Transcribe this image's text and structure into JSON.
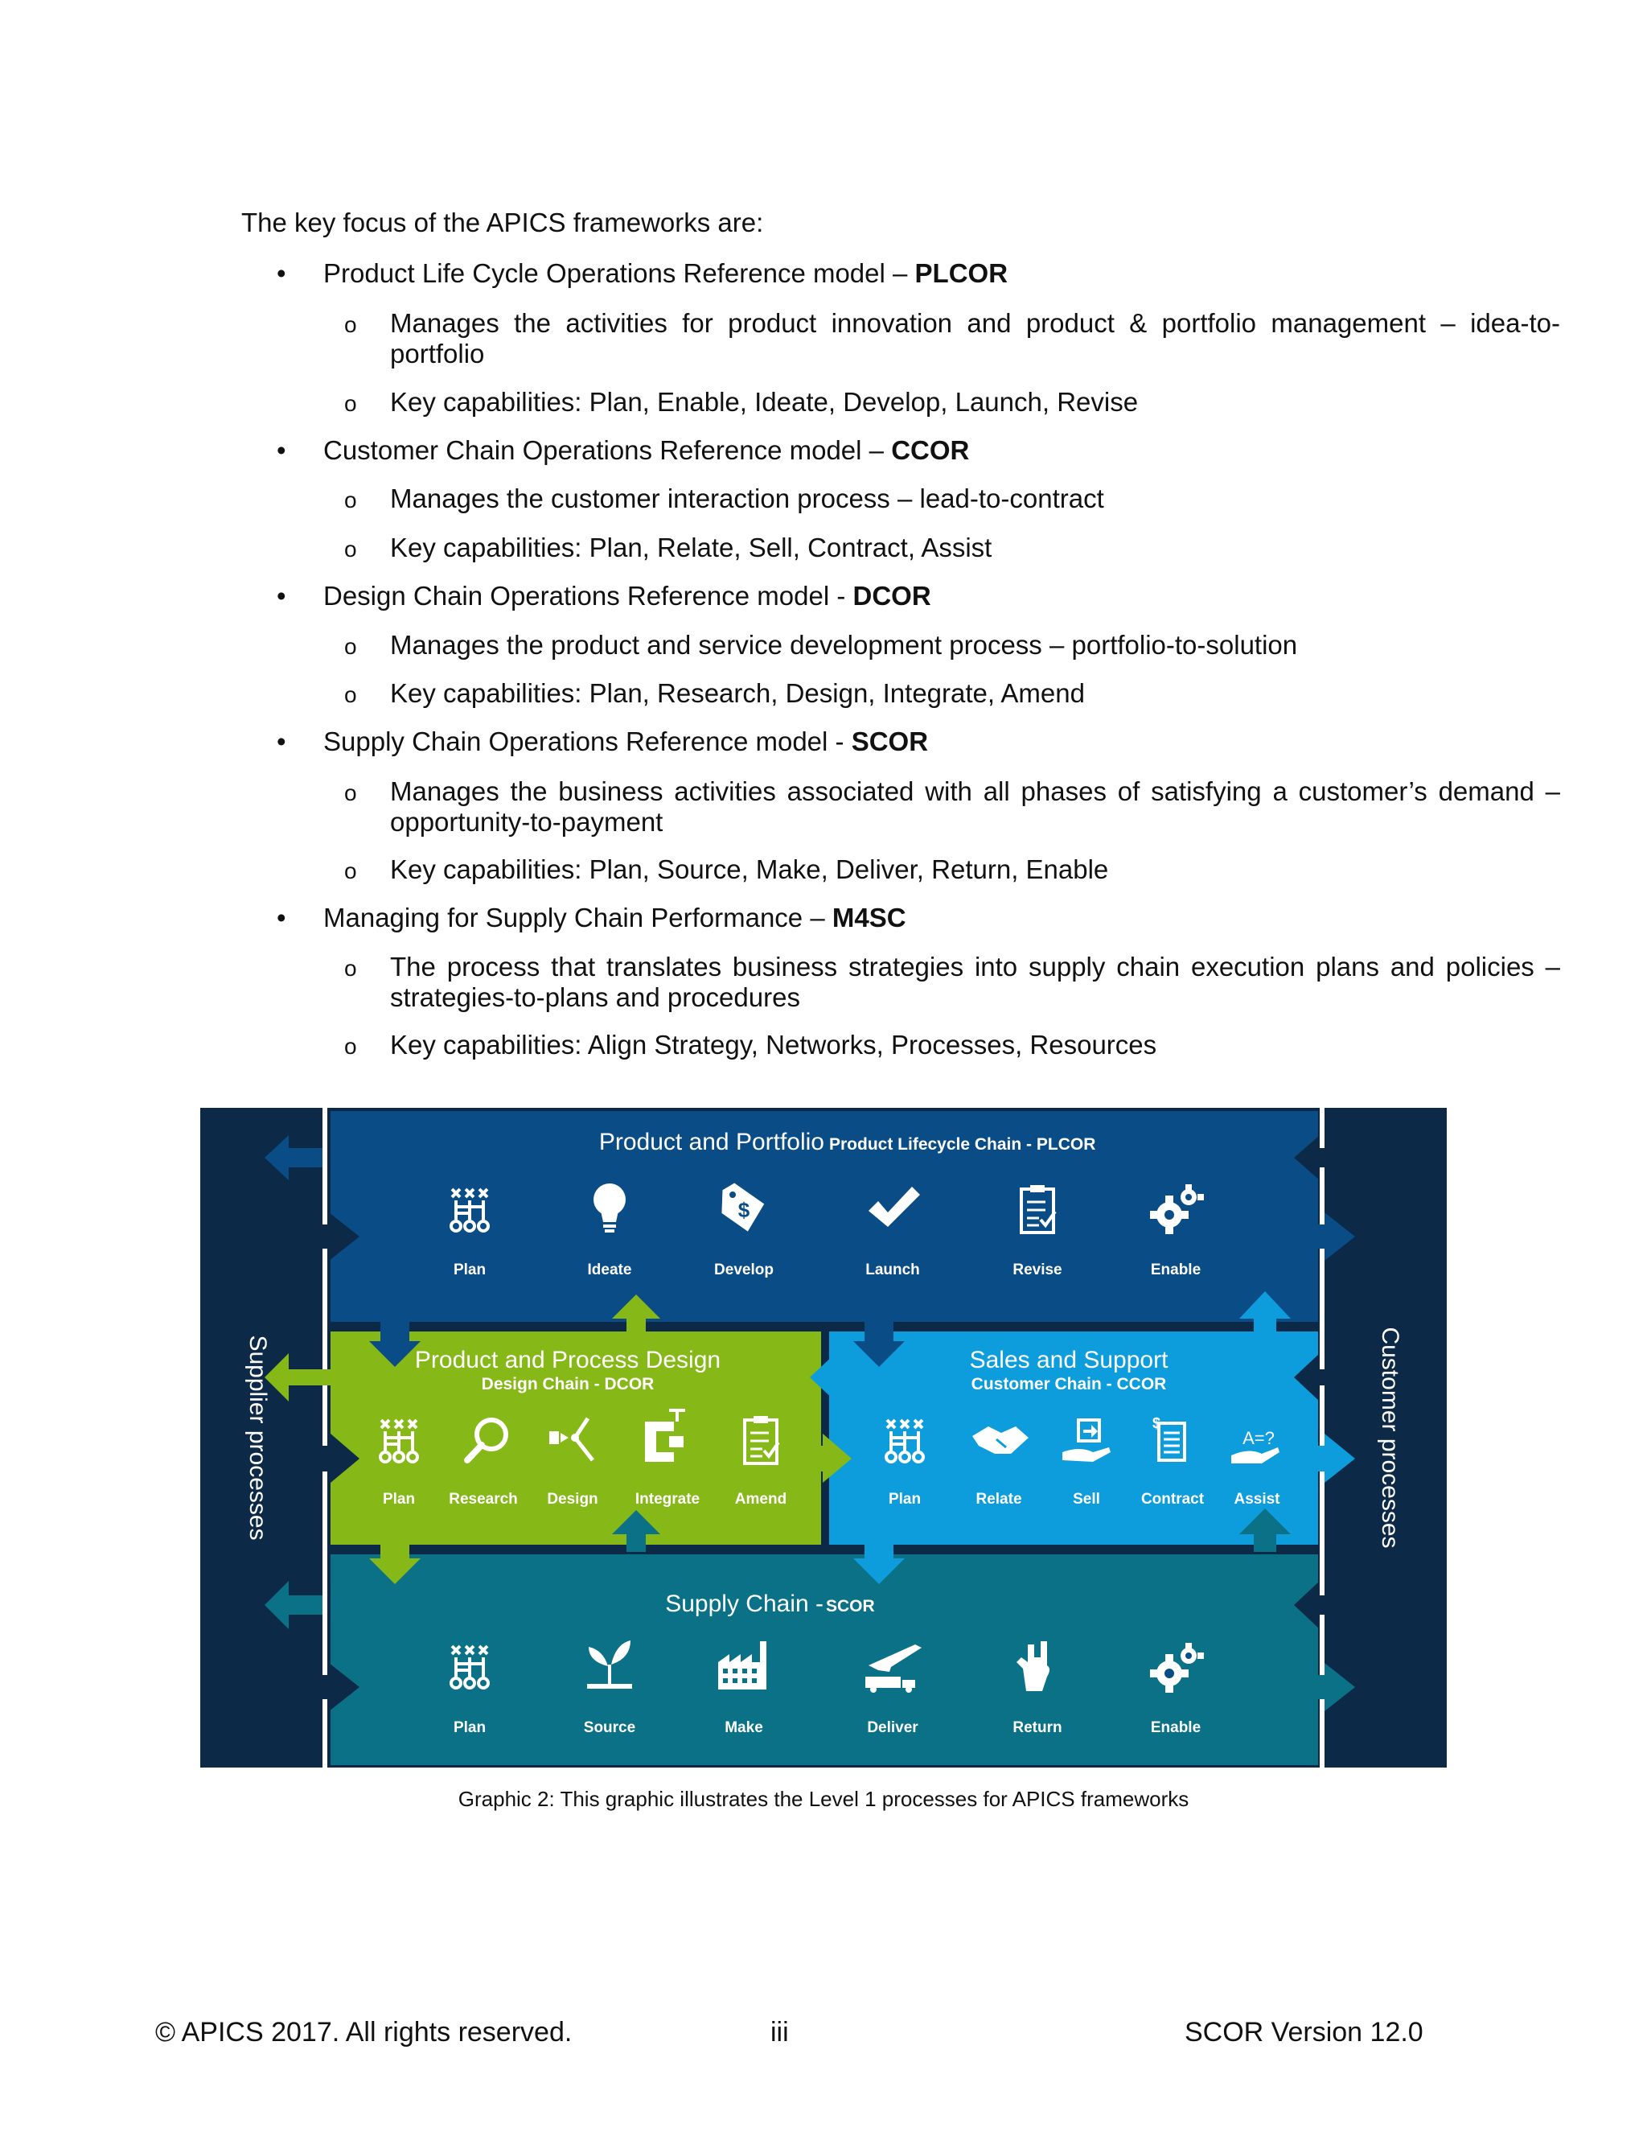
{
  "intro": "The key focus of the APICS frameworks are:",
  "bullets": [
    {
      "text": "Product Life Cycle Operations Reference model – ",
      "bold": "PLCOR",
      "subs": [
        "Manages the activities for product innovation and product & portfolio management – idea-to-portfolio",
        "Key capabilities: Plan, Enable, Ideate, Develop, Launch, Revise"
      ]
    },
    {
      "text": "Customer Chain Operations Reference model – ",
      "bold": "CCOR",
      "subs": [
        "Manages the customer interaction process – lead-to-contract",
        "Key capabilities: Plan, Relate, Sell, Contract, Assist"
      ]
    },
    {
      "text": "Design Chain Operations Reference model - ",
      "bold": "DCOR",
      "subs": [
        "Manages the product and service development process – portfolio-to-solution",
        "Key capabilities: Plan, Research, Design, Integrate, Amend"
      ]
    },
    {
      "text": "Supply Chain Operations Reference model - ",
      "bold": "SCOR",
      "subs": [
        "Manages the business activities associated with all phases of satisfying a customer’s demand – opportunity-to-payment",
        "Key capabilities: Plan, Source, Make, Deliver, Return, Enable"
      ]
    },
    {
      "text": "Managing for Supply Chain Performance – ",
      "bold": "M4SC",
      "subs": [
        "The process that translates business strategies into supply chain execution plans and policies – strategies-to-plans and procedures",
        "Key capabilities: Align Strategy, Networks, Processes, Resources"
      ]
    }
  ],
  "bullet_glyph": "•",
  "sub_glyph": "o",
  "diagram": {
    "left_label": "Supplier processes",
    "right_label": "Customer processes",
    "plcor": {
      "title": "Product and Portfolio",
      "subtitle": "Product Lifecycle Chain - PLCOR",
      "items": [
        "Plan",
        "Ideate",
        "Develop",
        "Launch",
        "Revise",
        "Enable"
      ]
    },
    "dcor": {
      "title": "Product and Process Design",
      "subtitle": "Design Chain - DCOR",
      "items": [
        "Plan",
        "Research",
        "Design",
        "Integrate",
        "Amend"
      ]
    },
    "ccor": {
      "title": "Sales and Support",
      "subtitle": "Customer Chain - CCOR",
      "items": [
        "Plan",
        "Relate",
        "Sell",
        "Contract",
        "Assist"
      ]
    },
    "scor": {
      "title": "Supply Chain - ",
      "subtitle": "SCOR",
      "items": [
        "Plan",
        "Source",
        "Make",
        "Deliver",
        "Return",
        "Enable"
      ]
    },
    "assist_glyph": "A=?",
    "colors": {
      "frame": "#0c2a48",
      "plcor": "#0a4c86",
      "dcor": "#86b817",
      "ccor": "#0e9ddc",
      "scor": "#0b7186"
    }
  },
  "caption": "Graphic 2: This graphic illustrates the Level 1 processes for APICS frameworks",
  "footer": {
    "left": "© APICS 2017. All rights reserved.",
    "center": "iii",
    "right": "SCOR Version 12.0"
  }
}
